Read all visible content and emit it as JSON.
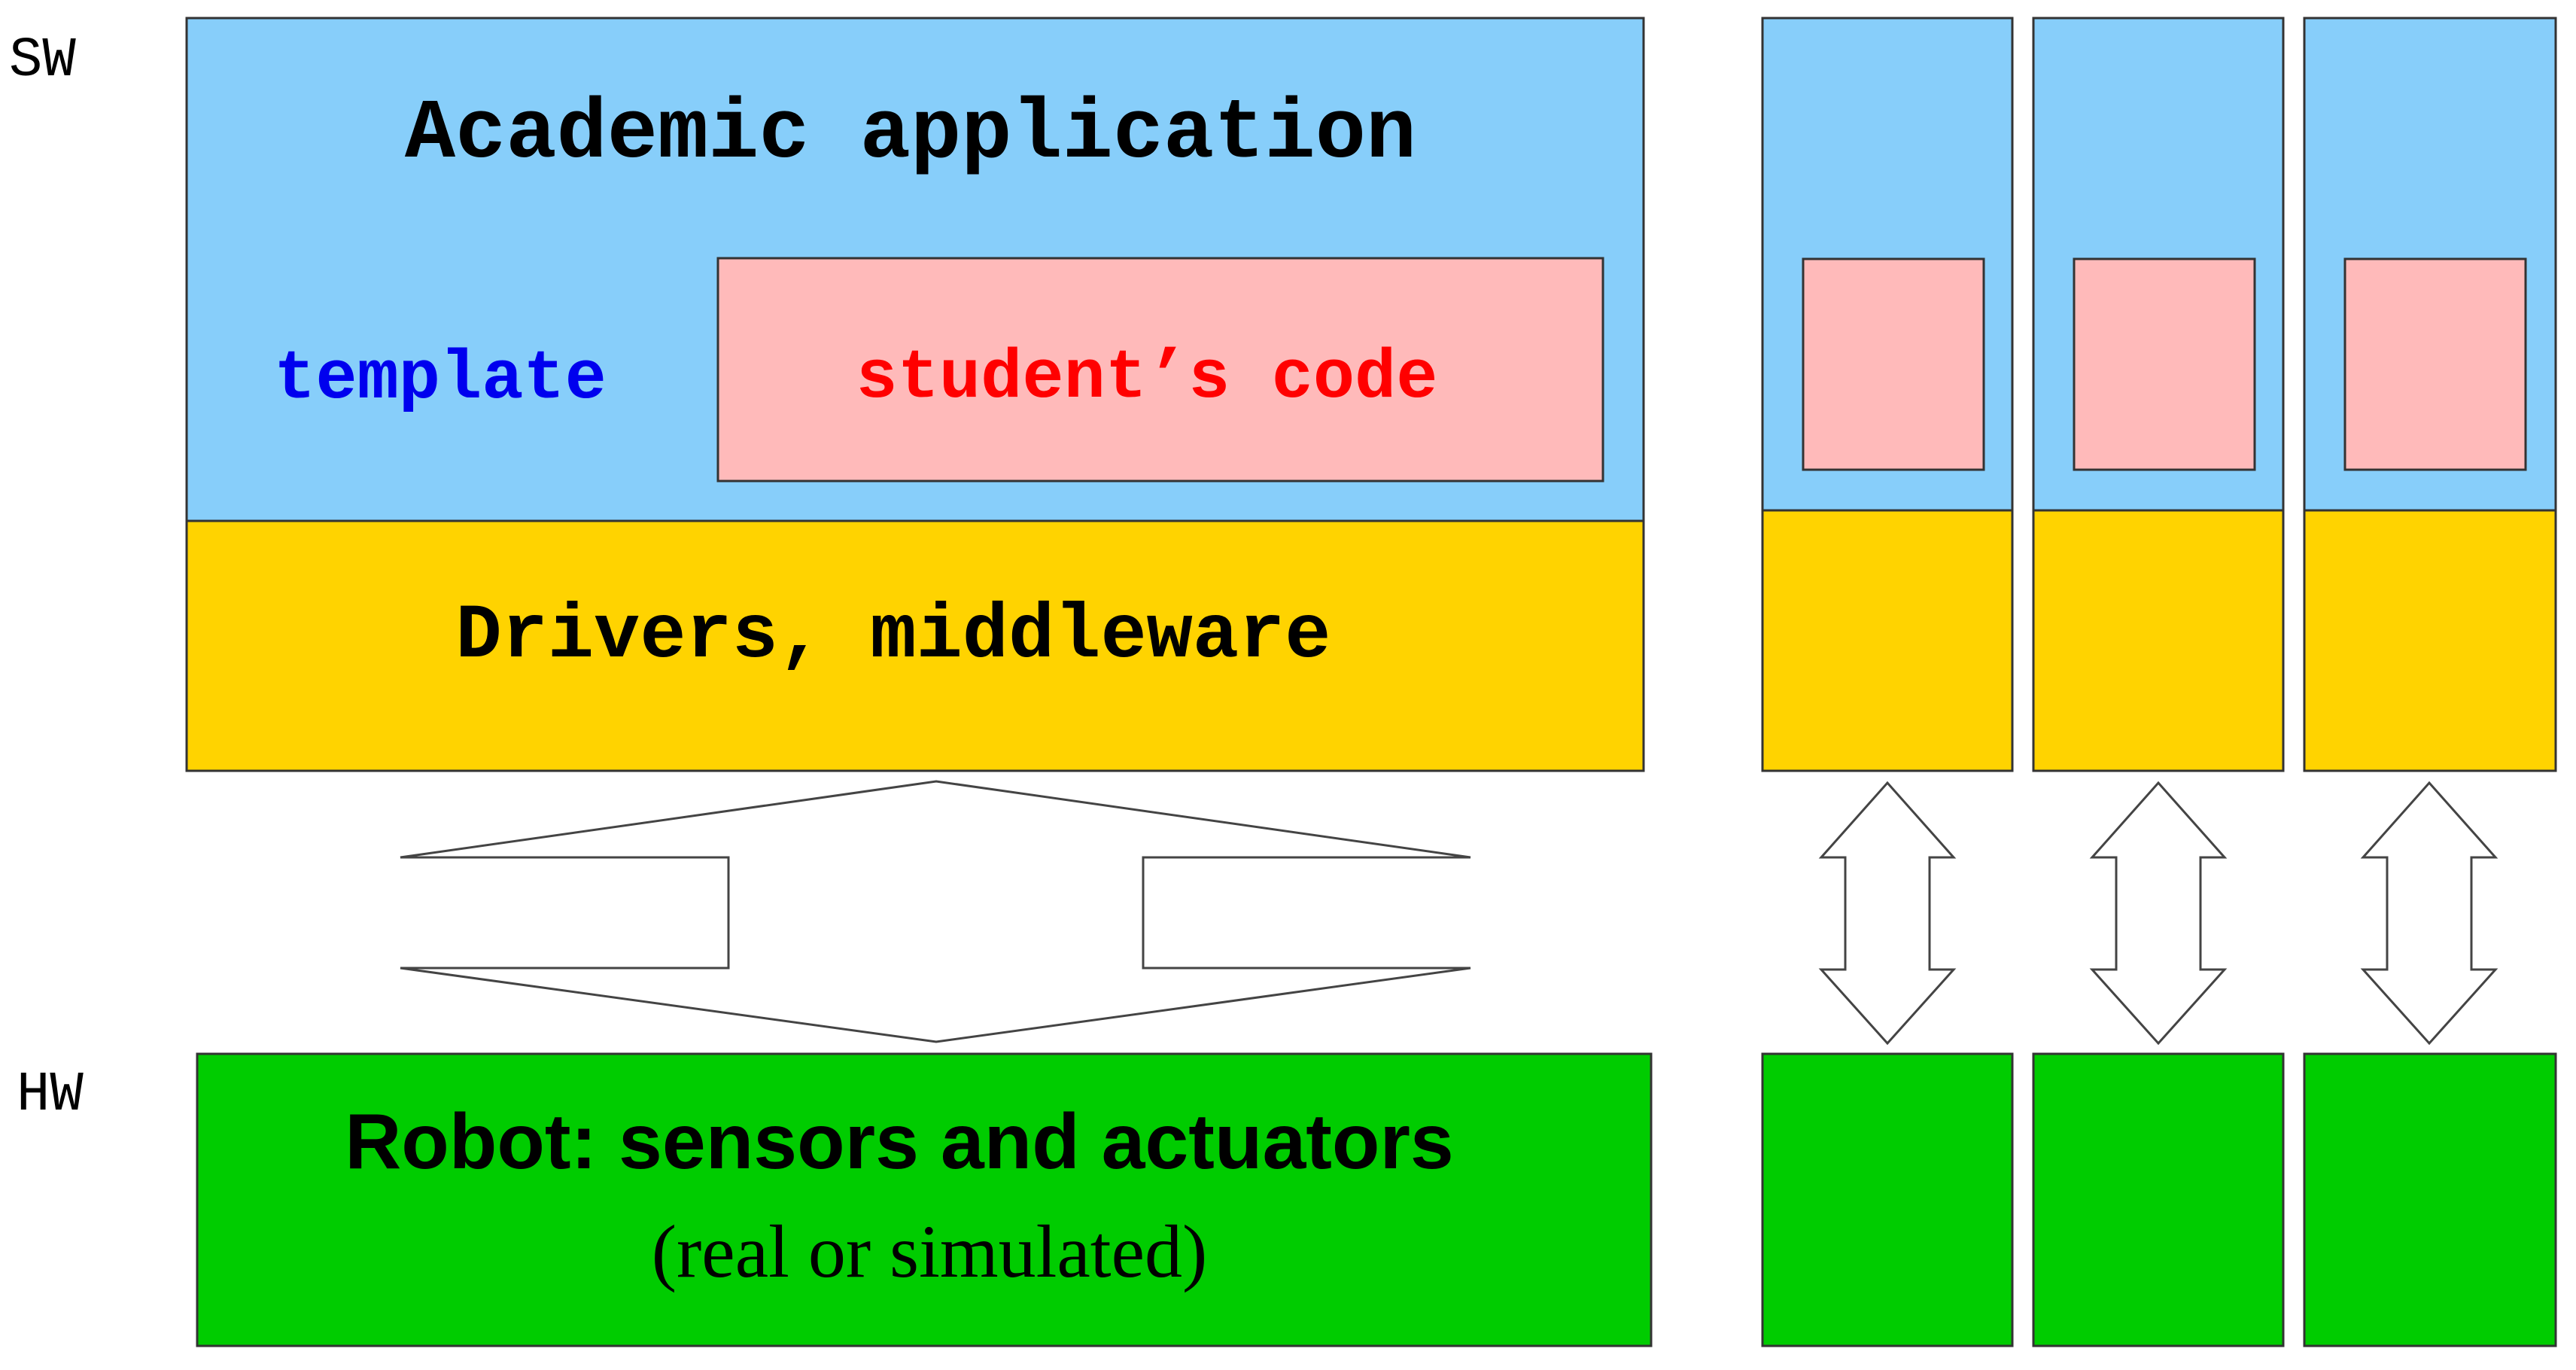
{
  "labels": {
    "sw": "SW",
    "hw": "HW"
  },
  "left_stack": {
    "application_title": "Academic application",
    "template_label": "template",
    "student_code_label": "student’s code",
    "drivers_label": "Drivers, middleware",
    "robot_title": "Robot: sensors and actuators",
    "robot_subtitle": "(real or simulated)"
  },
  "right_columns_count": 3,
  "colors": {
    "application_blue": "#87CEFA",
    "student_pink": "#FFBABA",
    "drivers_yellow": "#FFD300",
    "robot_green": "#00CC00",
    "template_text_blue": "#0000EE",
    "student_text_red": "#FF0000",
    "outline": "#333333",
    "arrow_outline": "#444444"
  }
}
